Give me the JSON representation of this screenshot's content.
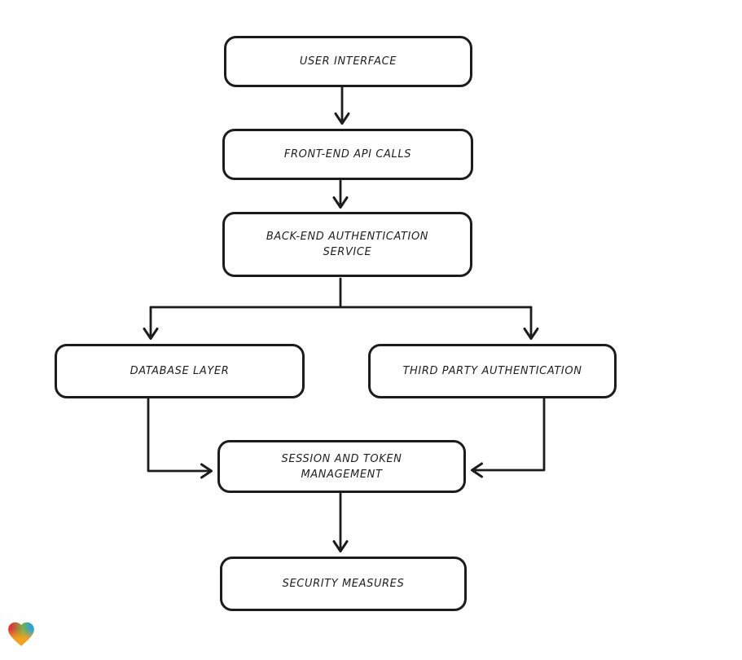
{
  "diagram": {
    "type": "flowchart",
    "style": "hand-drawn",
    "colors": {
      "background": "#ffffff",
      "stroke": "#1c1c1c",
      "node_fill": "#ffffff",
      "text": "#1f1f1f"
    },
    "nodes": {
      "user_interface": {
        "label": "USER INTERFACE",
        "lines": [
          "USER INTERFACE"
        ]
      },
      "front_end_api_calls": {
        "label": "FRONT-END API CALLS",
        "lines": [
          "FRONT-END API CALLS"
        ]
      },
      "back_end_authentication_service": {
        "label": "BACK-END AUTHENTICATION SERVICE",
        "lines": [
          "BACK-END AUTHENTICATION",
          "SERVICE"
        ]
      },
      "database_layer": {
        "label": "DATABASE LAYER",
        "lines": [
          "DATABASE LAYER"
        ]
      },
      "third_party_authentication": {
        "label": "THIRD PARTY AUTHENTICATION",
        "lines": [
          "THIRD PARTY AUTHENTICATION"
        ]
      },
      "session_and_token_management": {
        "label": "SESSION AND TOKEN MANAGEMENT",
        "lines": [
          "SESSION AND TOKEN",
          "MANAGEMENT"
        ]
      },
      "security_measures": {
        "label": "SECURITY MEASURES",
        "lines": [
          "SECURITY MEASURES"
        ]
      }
    },
    "edges": [
      {
        "from": "user_interface",
        "to": "front_end_api_calls"
      },
      {
        "from": "front_end_api_calls",
        "to": "back_end_authentication_service"
      },
      {
        "from": "back_end_authentication_service",
        "to": "database_layer"
      },
      {
        "from": "back_end_authentication_service",
        "to": "third_party_authentication"
      },
      {
        "from": "database_layer",
        "to": "session_and_token_management"
      },
      {
        "from": "third_party_authentication",
        "to": "session_and_token_management"
      },
      {
        "from": "session_and_token_management",
        "to": "security_measures"
      }
    ],
    "logo": {
      "name": "gradient-heart",
      "colors": [
        "#e53238",
        "#7cb342",
        "#29a3dd",
        "#f6a21d"
      ]
    }
  }
}
